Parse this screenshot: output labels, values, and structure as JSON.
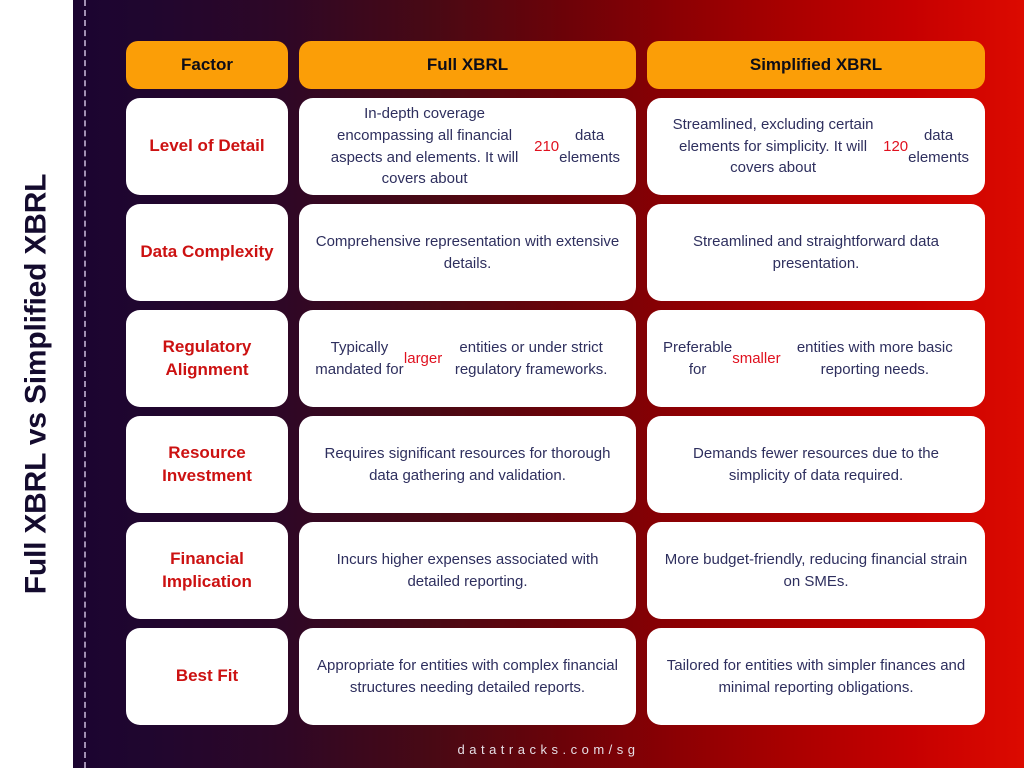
{
  "sidebar": {
    "title": "Full XBRL vs Simplified XBRL"
  },
  "table": {
    "headers": {
      "factor": "Factor",
      "full": "Full XBRL",
      "simplified": "Simplified XBRL"
    },
    "rows": [
      {
        "factor": "Level of Detail",
        "full_pre": "In-depth coverage encompassing all financial aspects and elements. It will covers about ",
        "full_hl": "210",
        "full_post": " data elements",
        "simplified_pre": "Streamlined, excluding certain elements for simplicity. It will covers about ",
        "simplified_hl": "120",
        "simplified_post": " data elements"
      },
      {
        "factor": "Data Complexity",
        "full_pre": "Comprehensive representation with extensive details.",
        "full_hl": "",
        "full_post": "",
        "simplified_pre": "Streamlined and straightforward data presentation.",
        "simplified_hl": "",
        "simplified_post": ""
      },
      {
        "factor": "Regulatory Alignment",
        "full_pre": "Typically mandated for ",
        "full_hl": "larger",
        "full_post": " entities or under strict regulatory frameworks.",
        "simplified_pre": "Preferable for ",
        "simplified_hl": "smaller",
        "simplified_post": " entities with more basic reporting needs."
      },
      {
        "factor": "Resource Investment",
        "full_pre": "Requires significant resources for thorough data gathering and validation.",
        "full_hl": "",
        "full_post": "",
        "simplified_pre": "Demands fewer resources due to the simplicity of data required.",
        "simplified_hl": "",
        "simplified_post": ""
      },
      {
        "factor": "Financial Implication",
        "full_pre": "Incurs higher expenses associated with detailed reporting.",
        "full_hl": "",
        "full_post": "",
        "simplified_pre": "More budget-friendly, reducing financial strain on SMEs.",
        "simplified_hl": "",
        "simplified_post": ""
      },
      {
        "factor": "Best Fit",
        "full_pre": "Appropriate for entities with complex financial structures needing detailed reports.",
        "full_hl": "",
        "full_post": "",
        "simplified_pre": "Tailored for entities with simpler finances and minimal reporting obligations.",
        "simplified_hl": "",
        "simplified_post": ""
      }
    ]
  },
  "footer": {
    "url": "datatracks.com/sg"
  },
  "colors": {
    "header_pill": "#fb9e07",
    "factor_text": "#cc1111",
    "highlight": "#e0111f",
    "body_text": "#2e2f5e",
    "gradient_start": "#1b0430",
    "gradient_end": "#dc0a00"
  }
}
